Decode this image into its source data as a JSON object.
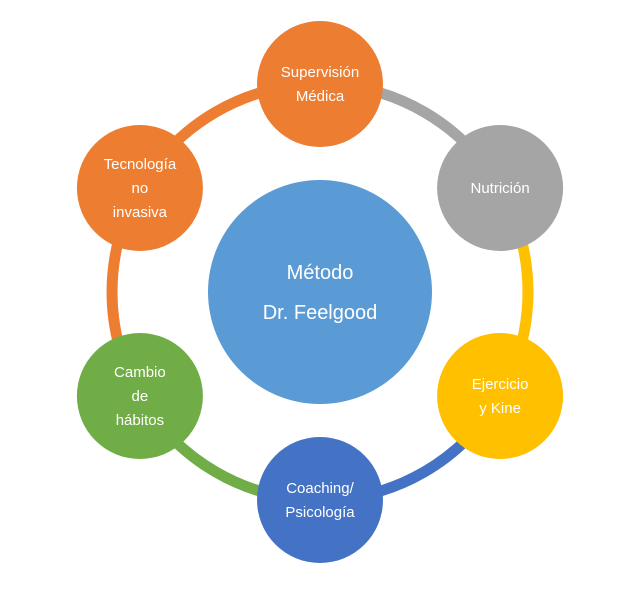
{
  "center": {
    "lines": [
      "Método",
      "Dr. Feelgood"
    ],
    "color": "#5b9bd5"
  },
  "nodes": [
    {
      "id": "supervision-medica",
      "lines": [
        "Supervisión",
        "Médica"
      ],
      "color": "#ed7d31"
    },
    {
      "id": "nutricion",
      "lines": [
        "Nutrición"
      ],
      "color": "#a5a5a5"
    },
    {
      "id": "ejercicio-kine",
      "lines": [
        "Ejercicio",
        "y Kine"
      ],
      "color": "#ffc000"
    },
    {
      "id": "coaching-psicologia",
      "lines": [
        "Coaching/",
        "Psicología"
      ],
      "color": "#4472c4"
    },
    {
      "id": "cambio-habitos",
      "lines": [
        "Cambio",
        "de",
        "hábitos"
      ],
      "color": "#70ad47"
    },
    {
      "id": "tecnologia-no-invasiva",
      "lines": [
        "Tecnología",
        "no",
        "invasiva"
      ],
      "color": "#ed7d31"
    }
  ]
}
